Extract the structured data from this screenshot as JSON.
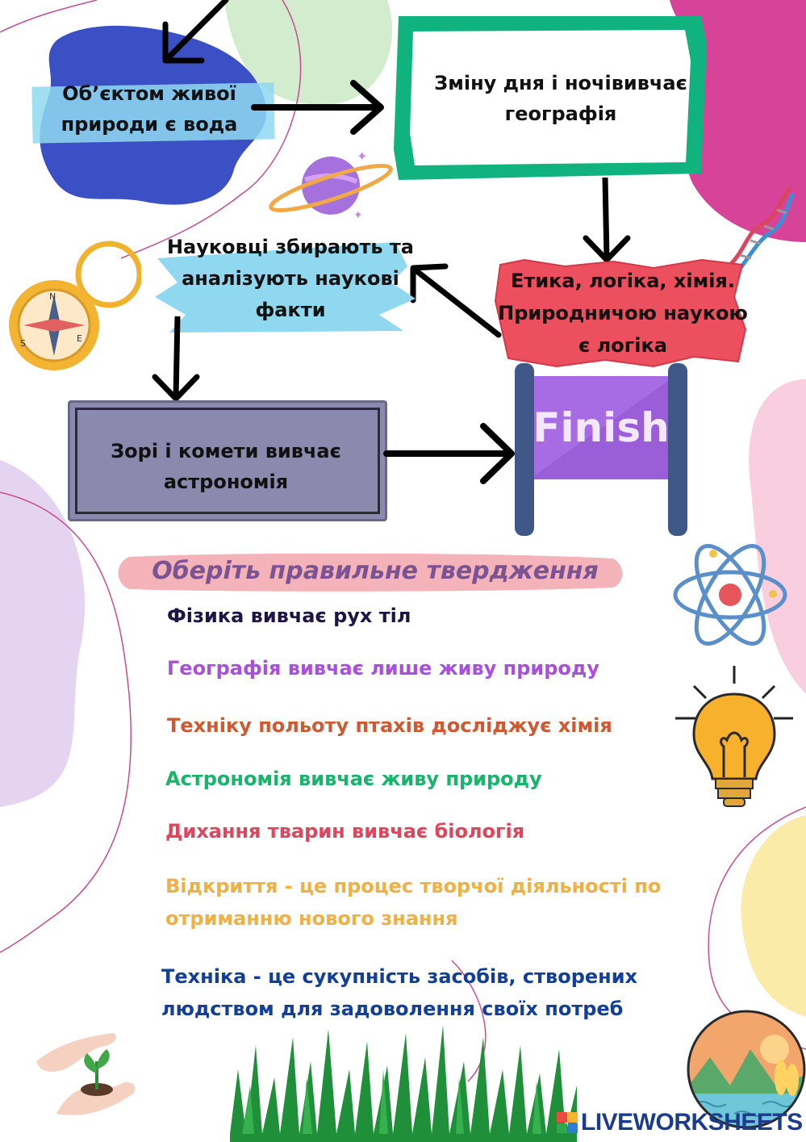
{
  "flow": {
    "box_water": "Об’єктом живої природи є вода",
    "box_day_night": "Зміну дня і ночівивчає географія",
    "box_ethics": "Етика, логіка, хімія. Природничою наукою є логіка",
    "box_scientists": "Науковці збирають та аналізують наукові факти",
    "box_stars": "Зорі і комети вивчає астрономія",
    "finish_label": "Finish"
  },
  "task_title": "Оберіть правильне твердження",
  "statements": [
    {
      "text": "Фізика вивчає рух тіл",
      "color": "#1f1446"
    },
    {
      "text": "Географія вивчає лише живу природу",
      "color": "#a94fe0"
    },
    {
      "text": "Техніку польоту птахів досліджує хімія",
      "color": "#cd5a33"
    },
    {
      "text": "Астрономія вивчає живу природу",
      "color": "#19b36b"
    },
    {
      "text": "Дихання тварин вивчає біологія",
      "color": "#e0455e"
    },
    {
      "text": "Відкриття - це процес творчої діяльності по отриманню нового знання",
      "color": "#f0b042"
    },
    {
      "text": "Техніка - це сукупність засобів, створених людством для задоволення своїх потреб",
      "color": "#123e9c"
    }
  ],
  "footer": {
    "logo_text": "LIVEWORKSHEETS"
  },
  "colors": {
    "blue_blob": "#3c50c6",
    "green_frame": "#10b37e",
    "red_box": "#ec4f5e",
    "light_blue_brush": "#8fd8f0",
    "gray_box": "#8b89ad",
    "purple_banner": "#a76ce3",
    "pink_title_brush": "#f4b3b8",
    "grass": "#1f8f3a"
  }
}
